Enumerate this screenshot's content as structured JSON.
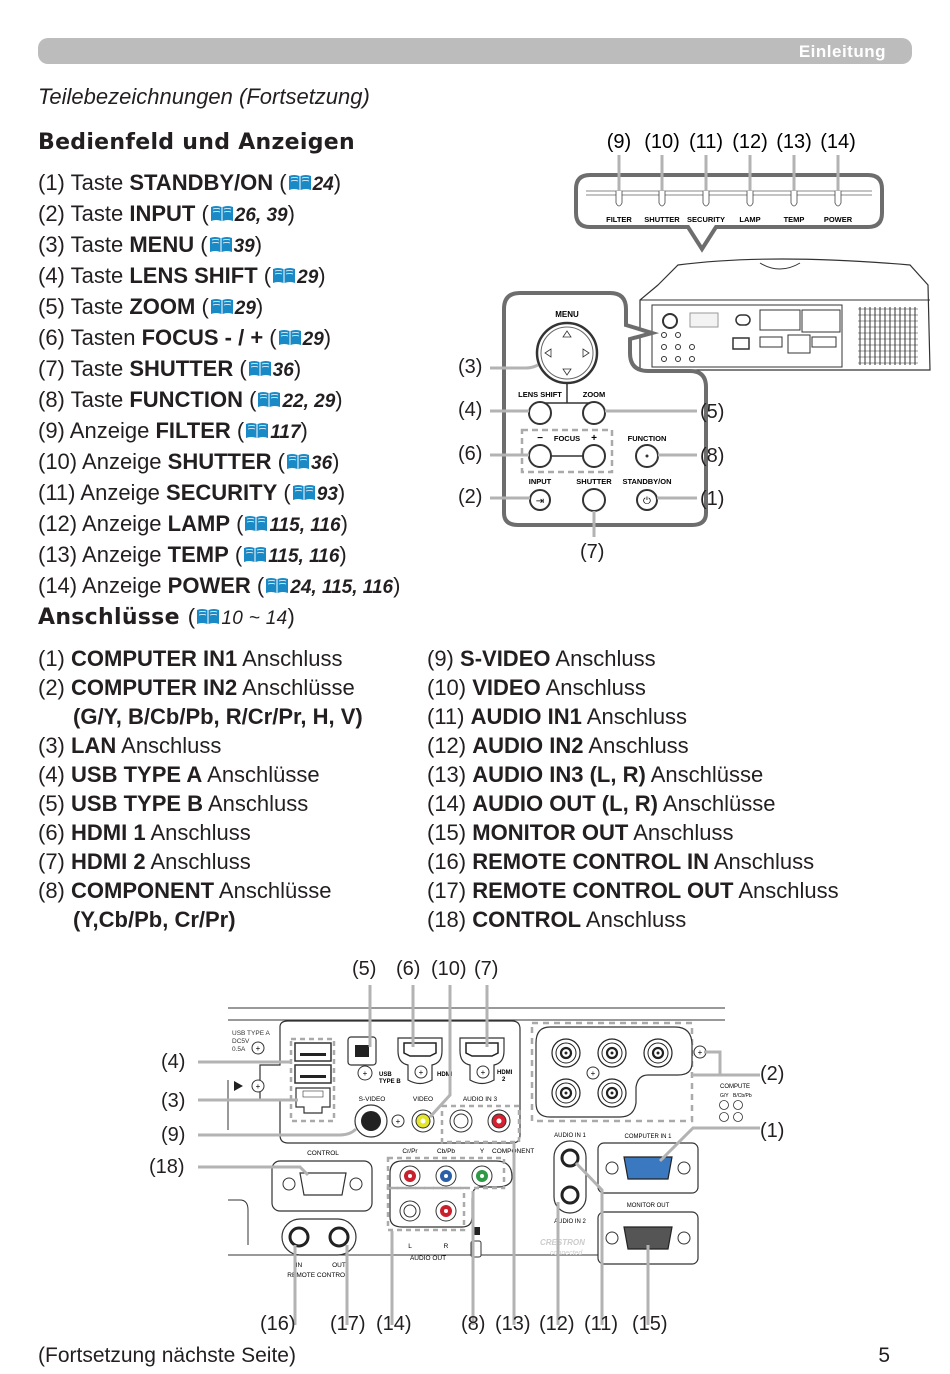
{
  "header": {
    "section": "Einleitung"
  },
  "page_subtitle": "Teilebezeichnungen (Fortsetzung)",
  "control_panel": {
    "title": "Bedienfeld und Anzeigen",
    "items": [
      {
        "num": "(1)",
        "prefix": "Taste",
        "name": "STANDBY/ON",
        "ref": "24"
      },
      {
        "num": "(2)",
        "prefix": "Taste",
        "name": "INPUT",
        "ref": "26, 39"
      },
      {
        "num": "(3)",
        "prefix": "Taste",
        "name": "MENU",
        "ref": "39"
      },
      {
        "num": "(4)",
        "prefix": "Taste",
        "name": "LENS SHIFT",
        "ref": "29"
      },
      {
        "num": "(5)",
        "prefix": "Taste",
        "name": "ZOOM",
        "ref": "29"
      },
      {
        "num": "(6)",
        "prefix": "Tasten",
        "name": "FOCUS - / +",
        "ref": "29"
      },
      {
        "num": "(7)",
        "prefix": "Taste",
        "name": "SHUTTER",
        "ref": "36"
      },
      {
        "num": "(8)",
        "prefix": "Taste",
        "name": "FUNCTION",
        "ref": "22, 29"
      },
      {
        "num": "(9)",
        "prefix": "Anzeige",
        "name": "FILTER",
        "ref": "117"
      },
      {
        "num": "(10)",
        "prefix": "Anzeige",
        "name": "SHUTTER",
        "ref": "36"
      },
      {
        "num": "(11)",
        "prefix": "Anzeige",
        "name": "SECURITY",
        "ref": "93"
      },
      {
        "num": "(12)",
        "prefix": "Anzeige",
        "name": "LAMP",
        "ref": "115, 116"
      },
      {
        "num": "(13)",
        "prefix": "Anzeige",
        "name": "TEMP",
        "ref": "115, 116"
      },
      {
        "num": "(14)",
        "prefix": "Anzeige",
        "name": "POWER",
        "ref": "24, 115, 116"
      }
    ],
    "diagram": {
      "indicator_callouts": [
        "(9)",
        "(10)",
        "(11)",
        "(12)",
        "(13)",
        "(14)"
      ],
      "indicator_labels": [
        "FILTER",
        "SHUTTER",
        "SECURITY",
        "LAMP",
        "TEMP",
        "POWER"
      ],
      "button_labels": {
        "menu": "MENU",
        "lens_shift": "LENS SHIFT",
        "zoom": "ZOOM",
        "focus": "FOCUS",
        "focus_minus": "−",
        "focus_plus": "+",
        "function": "FUNCTION",
        "input": "INPUT",
        "shutter": "SHUTTER",
        "standby": "STANDBY/ON"
      },
      "callouts": {
        "c3": "(3)",
        "c4": "(4)",
        "c5": "(5)",
        "c6": "(6)",
        "c8": "(8)",
        "c2": "(2)",
        "c1": "(1)",
        "c7": "(7)"
      }
    }
  },
  "connectors": {
    "title": "Anschlüsse",
    "title_ref": "10 ~ 14",
    "left": [
      {
        "num": "(1)",
        "name": "COMPUTER IN1",
        "suffix": "Anschluss"
      },
      {
        "num": "(2)",
        "name": "COMPUTER IN2",
        "suffix": "Anschlüsse"
      },
      {
        "num": "",
        "name": "",
        "suffix": "",
        "sub": "(G/Y, B/Cb/Pb, R/Cr/Pr, H, V)"
      },
      {
        "num": "(3)",
        "name": "LAN",
        "suffix": "Anschluss"
      },
      {
        "num": "(4)",
        "name": "USB TYPE A",
        "suffix": "Anschlüsse"
      },
      {
        "num": "(5)",
        "name": "USB TYPE B",
        "suffix": "Anschluss"
      },
      {
        "num": "(6)",
        "name": "HDMI 1",
        "suffix": "Anschluss"
      },
      {
        "num": "(7)",
        "name": "HDMI 2",
        "suffix": "Anschluss"
      },
      {
        "num": "(8)",
        "name": "COMPONENT",
        "suffix": "Anschlüsse"
      },
      {
        "num": "",
        "name": "",
        "suffix": "",
        "sub": "(Y,Cb/Pb, Cr/Pr)"
      }
    ],
    "right": [
      {
        "num": "(9)",
        "name": "S-VIDEO",
        "suffix": "Anschluss"
      },
      {
        "num": "(10)",
        "name": "VIDEO",
        "suffix": "Anschluss"
      },
      {
        "num": "(11)",
        "name": "AUDIO IN1",
        "suffix": "Anschluss"
      },
      {
        "num": "(12)",
        "name": "AUDIO IN2",
        "suffix": "Anschluss"
      },
      {
        "num": "(13)",
        "name": "AUDIO IN3 (L, R)",
        "suffix": "Anschlüsse"
      },
      {
        "num": "(14)",
        "name": "AUDIO OUT (L, R)",
        "suffix": "Anschlüsse"
      },
      {
        "num": "(15)",
        "name": "MONITOR OUT",
        "suffix": "Anschluss"
      },
      {
        "num": "(16)",
        "name": "REMOTE CONTROL IN",
        "suffix": "Anschluss"
      },
      {
        "num": "(17)",
        "name": "REMOTE CONTROL OUT",
        "suffix": "Anschluss"
      },
      {
        "num": "(18)",
        "name": "CONTROL",
        "suffix": "Anschluss"
      }
    ],
    "diagram": {
      "top_callouts": [
        "(5)",
        "(6)",
        "(10)",
        "(7)"
      ],
      "left_callouts": [
        "(4)",
        "(3)",
        "(9)",
        "(18)"
      ],
      "right_callouts": [
        "(2)",
        "(1)"
      ],
      "bottom_callouts": [
        "(16)",
        "(17)",
        "(14)",
        "(8)",
        "(13)",
        "(12)",
        "(11)",
        "(15)"
      ],
      "panel_labels": {
        "usb_a": "USB TYPE A",
        "dc": "DC5V",
        "amp": "0.5A",
        "usb_b_1": "USB",
        "usb_b_2": "TYPE B",
        "hdmi1": "HDMI",
        "hdmi2_1": "HDMI",
        "hdmi2_2": "2",
        "svideo": "S-VIDEO",
        "video": "VIDEO",
        "audio_in3": "AUDIO IN 3",
        "l": "L",
        "r": "R",
        "control": "CONTROL",
        "cr_pr": "Cr/Pr",
        "cb_pb": "Cb/Pb",
        "y": "Y",
        "component": "COMPONENT",
        "audio_out": "AUDIO OUT",
        "remote_in": "IN",
        "remote_out": "OUT",
        "remote_control": "REMOTE CONTROL",
        "audio_in1": "AUDIO IN 1",
        "audio_in2": "AUDIO IN 2",
        "computer_in1": "COMPUTER IN 1",
        "monitor_out": "MONITOR OUT",
        "computer_in2": "COMPUTE",
        "gy": "G/Y",
        "bcbpb": "B/Cb/Pb",
        "crestron": "CRESTRON",
        "connected": "connected"
      }
    }
  },
  "footer": {
    "continued": "(Fortsetzung nächste Seite)",
    "page_number": "5"
  },
  "colors": {
    "book_icon": "#1a8ac6",
    "header_bar": "#bcbcbc",
    "callout_line": "#b3b3b3"
  }
}
